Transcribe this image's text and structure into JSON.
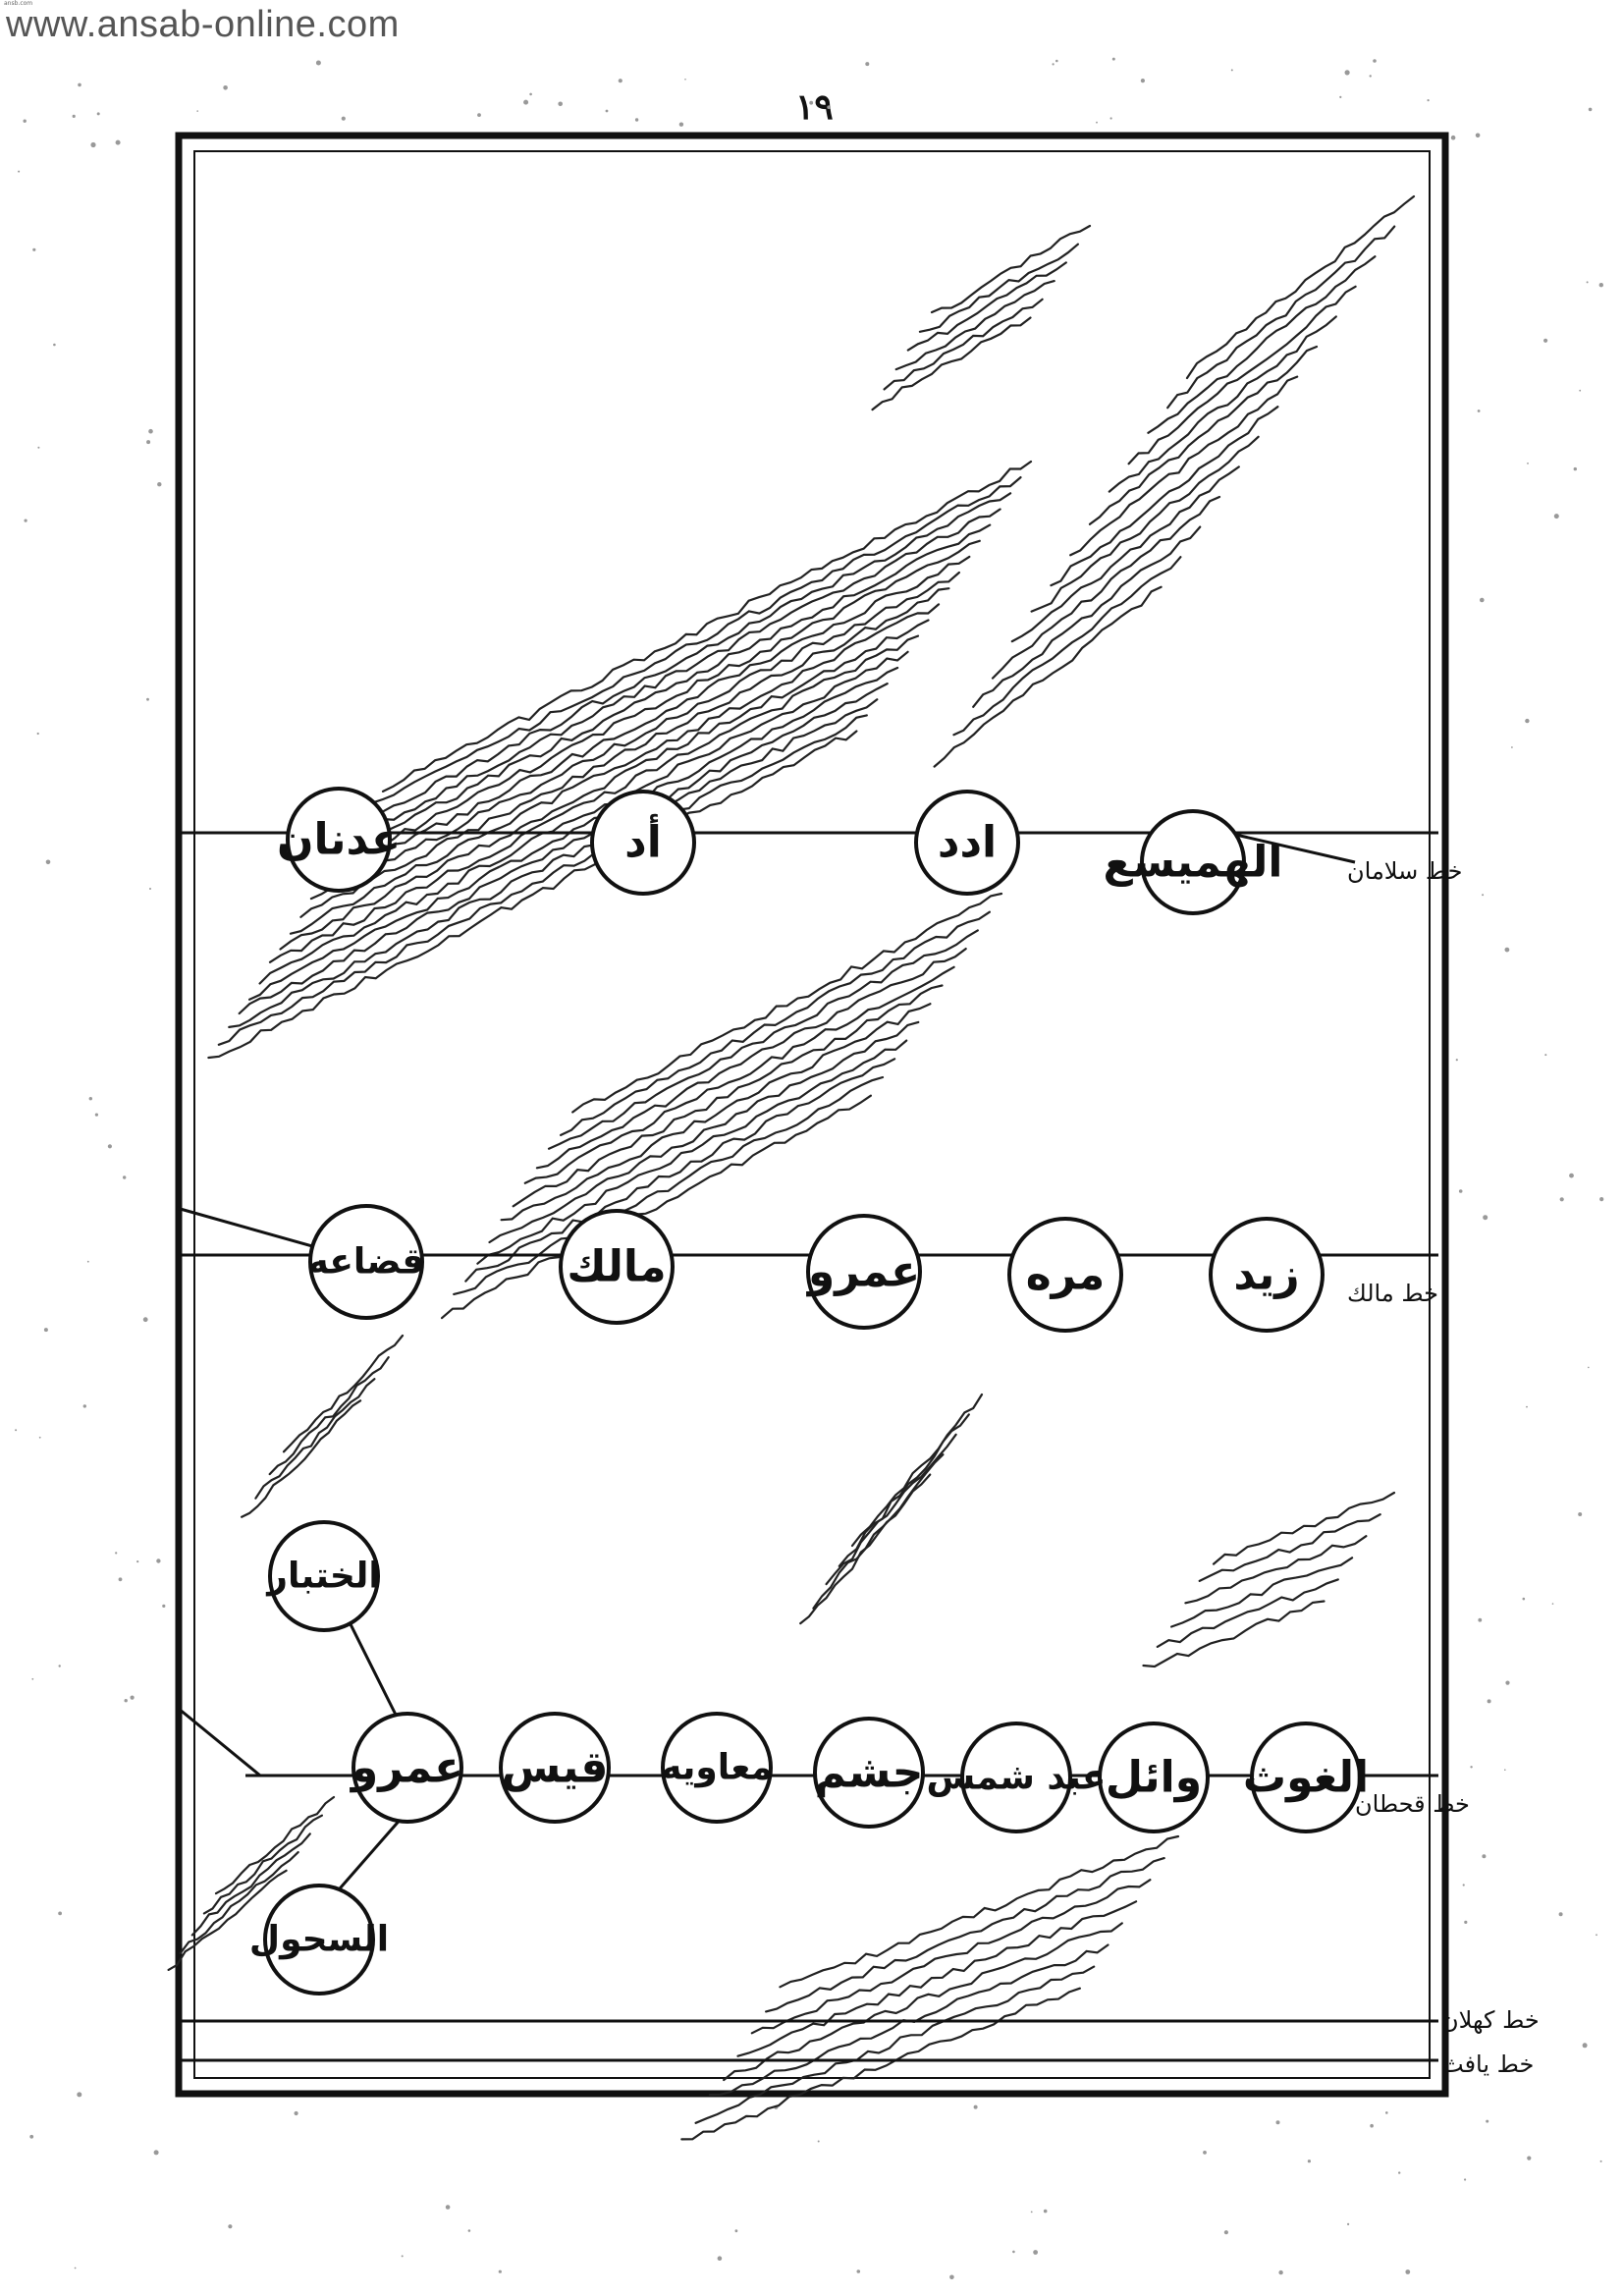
{
  "header": {
    "site": "www.ansab-online.com",
    "page_number": "١٩"
  },
  "rows": [
    {
      "line_label": "خط سلامان",
      "nodes": [
        "الهميسع",
        "ادد",
        "أد",
        "عدنان"
      ]
    },
    {
      "line_label": "خط مالك",
      "nodes": [
        "زيد",
        "مره",
        "عمرو",
        "مالك",
        "قضاعه"
      ]
    },
    {
      "line_label": "خط قحطان",
      "nodes": [
        "الغوث",
        "وائل",
        "عبد شمس",
        "جشم",
        "معاويه",
        "قيس",
        "عمرو"
      ],
      "branches": [
        "الختبار",
        "السحول"
      ]
    }
  ],
  "footer_lines": [
    "خط كهلان",
    "خط يافث"
  ],
  "colors": {
    "ink": "#111111",
    "paper": "#ffffff"
  }
}
